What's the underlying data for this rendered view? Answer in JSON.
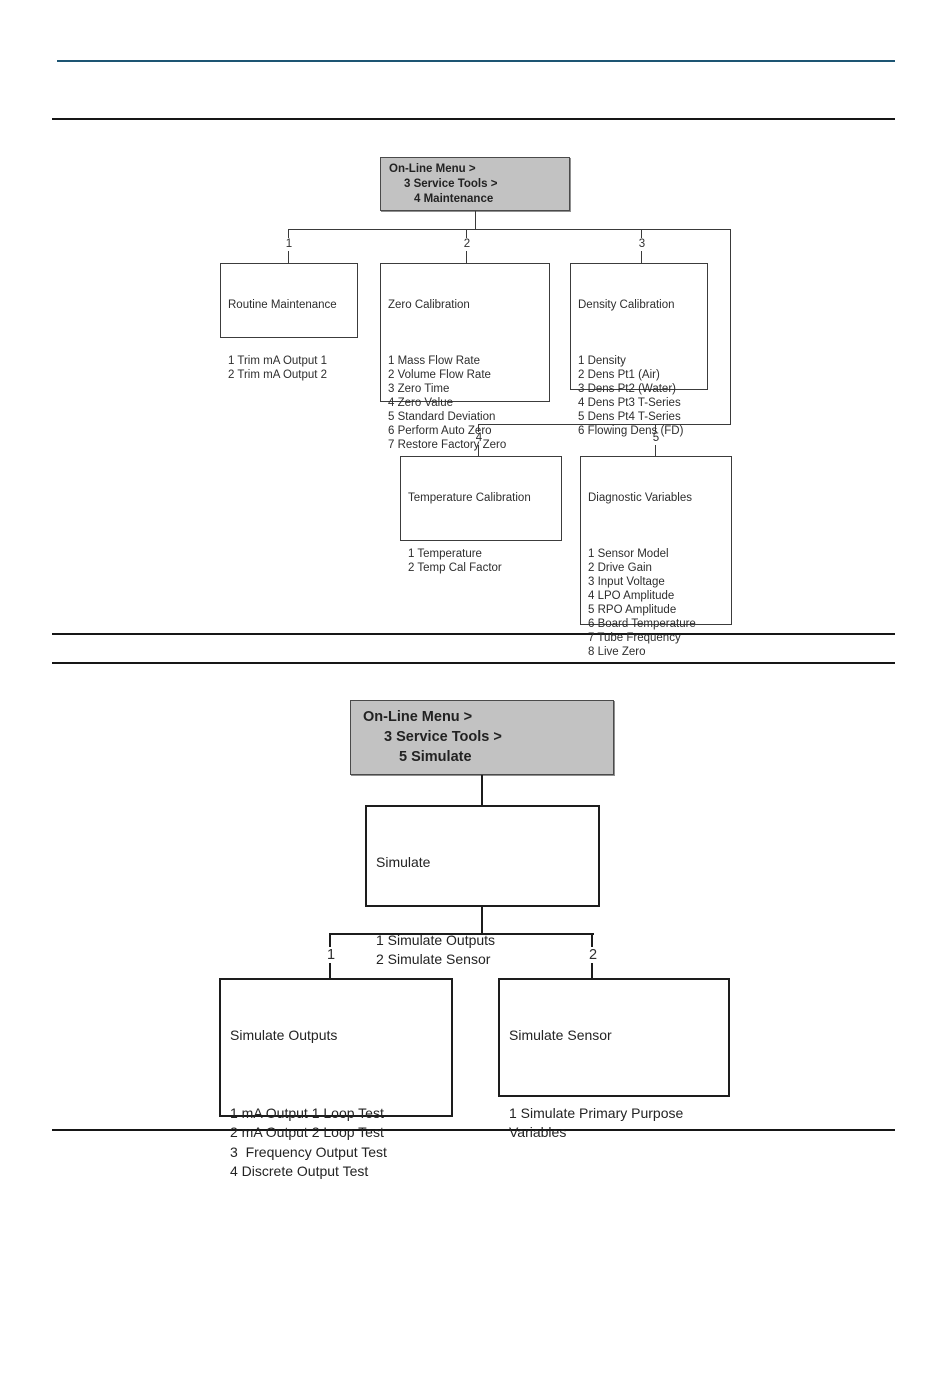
{
  "colors": {
    "accent_rule": "#1d5573",
    "page_rule": "#161616",
    "menu_header_fill": "#c2c2c2"
  },
  "diagram1": {
    "header": {
      "line1": "On-Line Menu >",
      "line2": "3 Service Tools >",
      "line3": "4 Maintenance"
    },
    "branches": [
      {
        "number": "1",
        "title": "Routine Maintenance",
        "items": [
          "1 Trim mA Output 1",
          "2 Trim mA Output 2"
        ]
      },
      {
        "number": "2",
        "title": "Zero Calibration",
        "items": [
          "1 Mass Flow Rate",
          "2 Volume Flow Rate",
          "3 Zero Time",
          "4 Zero Value",
          "5 Standard Deviation",
          "6 Perform Auto Zero",
          "7 Restore Factory Zero"
        ]
      },
      {
        "number": "3",
        "title": "Density Calibration",
        "items": [
          "1 Density",
          "2 Dens Pt1 (Air)",
          "3 Dens Pt2 (Water)",
          "4 Dens Pt3 T-Series",
          "5 Dens Pt4 T-Series",
          "6 Flowing Dens (FD)"
        ]
      },
      {
        "number": "4",
        "title": "Temperature Calibration",
        "items": [
          "1 Temperature",
          "2 Temp Cal Factor"
        ]
      },
      {
        "number": "5",
        "title": "Diagnostic Variables",
        "items": [
          "1 Sensor Model",
          "2 Drive Gain",
          "3 Input Voltage",
          "4 LPO Amplitude",
          "5 RPO Amplitude",
          "6 Board Temperature",
          "7 Tube Frequency",
          "8 Live Zero"
        ]
      }
    ]
  },
  "diagram2": {
    "header": {
      "line1": "On-Line Menu >",
      "line2": "3 Service Tools >",
      "line3": "5 Simulate"
    },
    "root": {
      "title": "Simulate",
      "items": [
        "1 Simulate Outputs",
        "2 Simulate Sensor"
      ]
    },
    "branches": [
      {
        "number": "1",
        "title": "Simulate Outputs",
        "items": [
          "1 mA Output 1 Loop Test",
          "2 mA Output 2 Loop Test",
          "3  Frequency Output Test",
          "4 Discrete Output Test"
        ]
      },
      {
        "number": "2",
        "title": "Simulate Sensor",
        "items": [
          "1 Simulate Primary Purpose Variables"
        ]
      }
    ]
  }
}
